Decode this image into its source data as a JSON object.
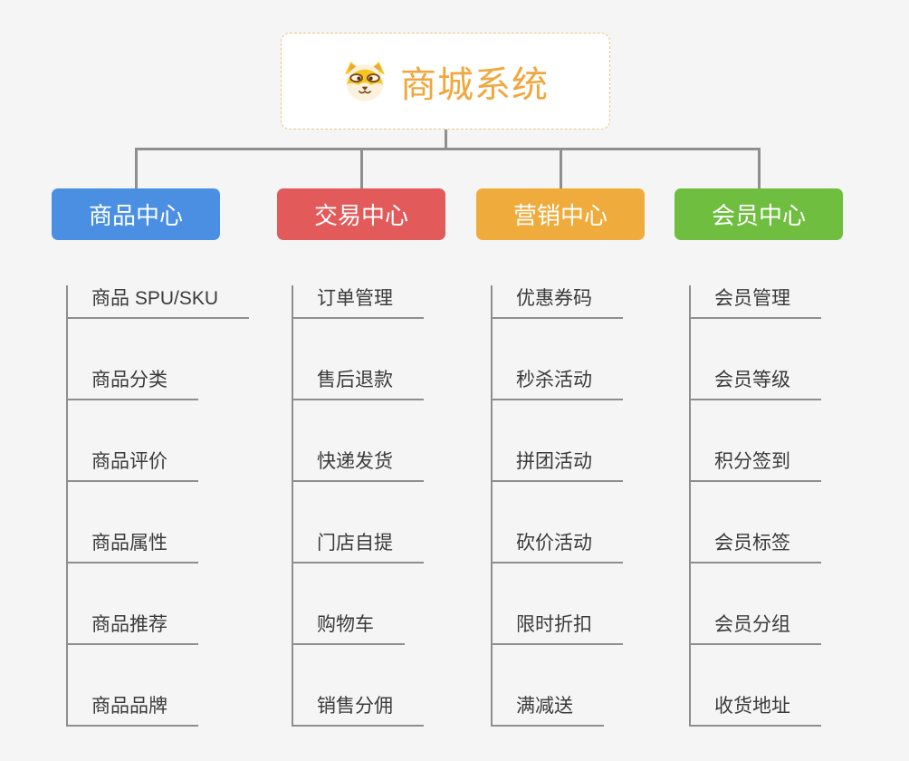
{
  "root": {
    "title": "商城系统",
    "icon": "shiba-dog-icon",
    "title_color": "#f0a73d"
  },
  "branches": [
    {
      "label": "商品中心",
      "color": "#4a8fe2",
      "items": [
        "商品 SPU/SKU",
        "商品分类",
        "商品评价",
        "商品属性",
        "商品推荐",
        "商品品牌"
      ]
    },
    {
      "label": "交易中心",
      "color": "#e25a5a",
      "items": [
        "订单管理",
        "售后退款",
        "快递发货",
        "门店自提",
        "购物车",
        "销售分佣"
      ]
    },
    {
      "label": "营销中心",
      "color": "#efac3d",
      "items": [
        "优惠券码",
        "秒杀活动",
        "拼团活动",
        "砍价活动",
        "限时折扣",
        "满减送"
      ]
    },
    {
      "label": "会员中心",
      "color": "#6fbe3f",
      "items": [
        "会员管理",
        "会员等级",
        "积分签到",
        "会员标签",
        "会员分组",
        "收货地址"
      ]
    }
  ]
}
